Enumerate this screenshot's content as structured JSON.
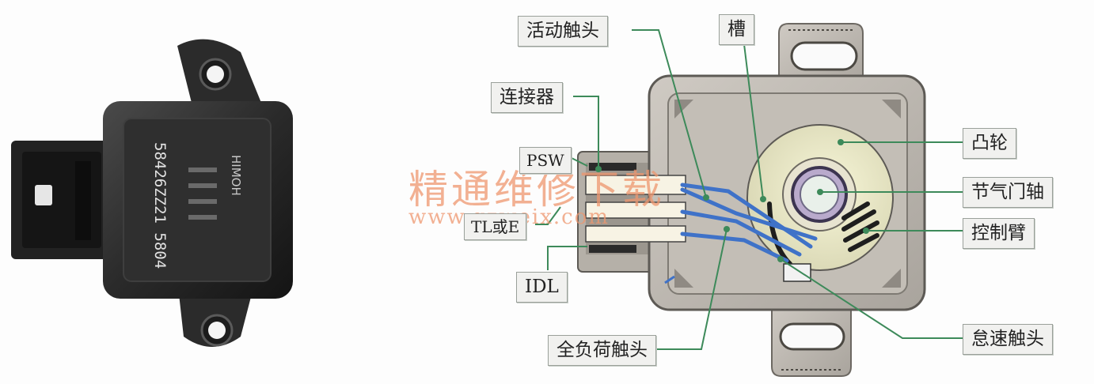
{
  "product_marks": {
    "part_number": "58426ZZ21 5804",
    "brand_text": "HIMOH"
  },
  "labels": {
    "active_contact": "活动触头",
    "groove": "槽",
    "connector": "连接器",
    "psw": "PSW",
    "tl_e": "TL或E",
    "idl": "IDL",
    "full_load_contact": "全负荷触头",
    "cam": "凸轮",
    "throttle_shaft": "节气门轴",
    "control_arm": "控制臂",
    "idle_contact": "怠速触头"
  },
  "watermark": {
    "title": "精通维修下载",
    "url": "www.gzweix.com"
  },
  "colors": {
    "leader_line": "#3d8a5a",
    "contact_wire": "#3f72c8",
    "housing": "#b7b2ab",
    "photo_body": "#262626"
  }
}
